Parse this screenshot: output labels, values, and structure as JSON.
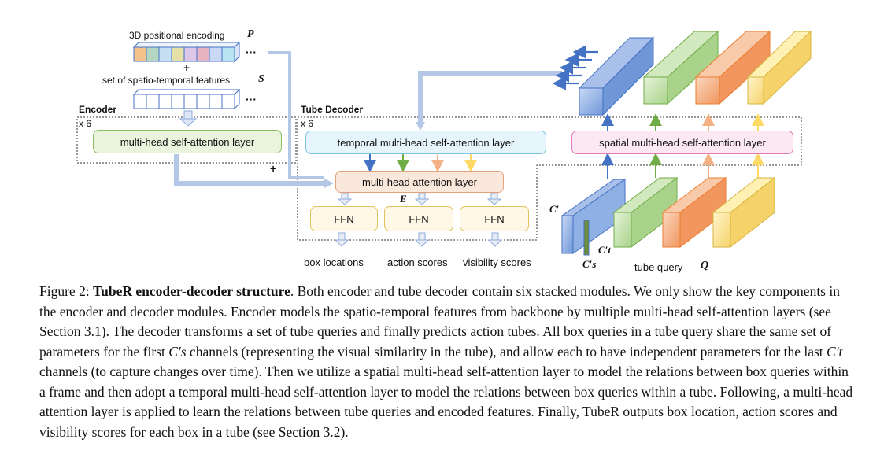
{
  "figure": {
    "pos_enc_label": "3D positional encoding",
    "pos_enc_symbol": "P",
    "plus": "+",
    "features_label": "set of spatio-temporal features",
    "features_symbol": "S",
    "ellipsis": "···",
    "encoder_title": "Encoder",
    "encoder_repeat": "x 6",
    "encoder_layer": "multi-head self-attention layer",
    "decoder_title": "Tube Decoder",
    "decoder_repeat": "x 6",
    "temporal_layer": "temporal multi-head self-attention layer",
    "spatial_layer": "spatial multi-head self-attention layer",
    "attention_layer": "multi-head attention layer",
    "encoded_symbol": "E",
    "ffn": "FFN",
    "output_box_locations": "box locations",
    "output_action_scores": "action scores",
    "output_visibility_scores": "visibility scores",
    "tube_query_label": "tube query",
    "tube_query_symbol": "Q",
    "c_prime_label": "C′",
    "cs_label": "C′s",
    "ct_label": "C′t",
    "colors": {
      "encoder_box": "#eaf4dd",
      "encoder_border": "#8cbf62",
      "temporal_box": "#e6f4fb",
      "temporal_border": "#7cc4e6",
      "spatial_box": "#fbe8f3",
      "spatial_border": "#e27bb8",
      "attention_box": "#fbe8dc",
      "attention_border": "#e3a27a",
      "ffn_box": "#fff8e6",
      "ffn_border": "#e3c15c",
      "arrow_blue": "#4472c4",
      "arrow_green": "#70ad47",
      "arrow_orange": "#f4b183",
      "arrow_yellow": "#ffd966",
      "big_arrow": "#8faadc"
    }
  },
  "caption": {
    "figure_no": "Figure 2:",
    "title": "TubeR encoder-decoder structure",
    "text_1": ". Both encoder and tube decoder contain six stacked modules. We only show the key components in the encoder and decoder modules. Encoder models the spatio-temporal features from backbone by multiple multi-head self-attention layers (see Section 3.1). The decoder transforms a set of tube queries and finally predicts action tubes. All box queries in a tube query share the same set of parameters for the first ",
    "sym_cs": "C′s",
    "text_2": " channels (representing the visual similarity in the tube), and allow each to have independent parameters for the last ",
    "sym_ct": "C′t",
    "text_3": " channels (to capture changes over time). Then we utilize a spatial multi-head self-attention layer to model the relations between box queries within a frame and then adopt a temporal multi-head self-attention layer to model the relations between box queries within a tube. Following, a multi-head attention layer is applied to learn the relations between tube queries and encoded features. Finally, TubeR outputs box location, action scores and visibility scores for each box in a tube (see Section 3.2)."
  }
}
